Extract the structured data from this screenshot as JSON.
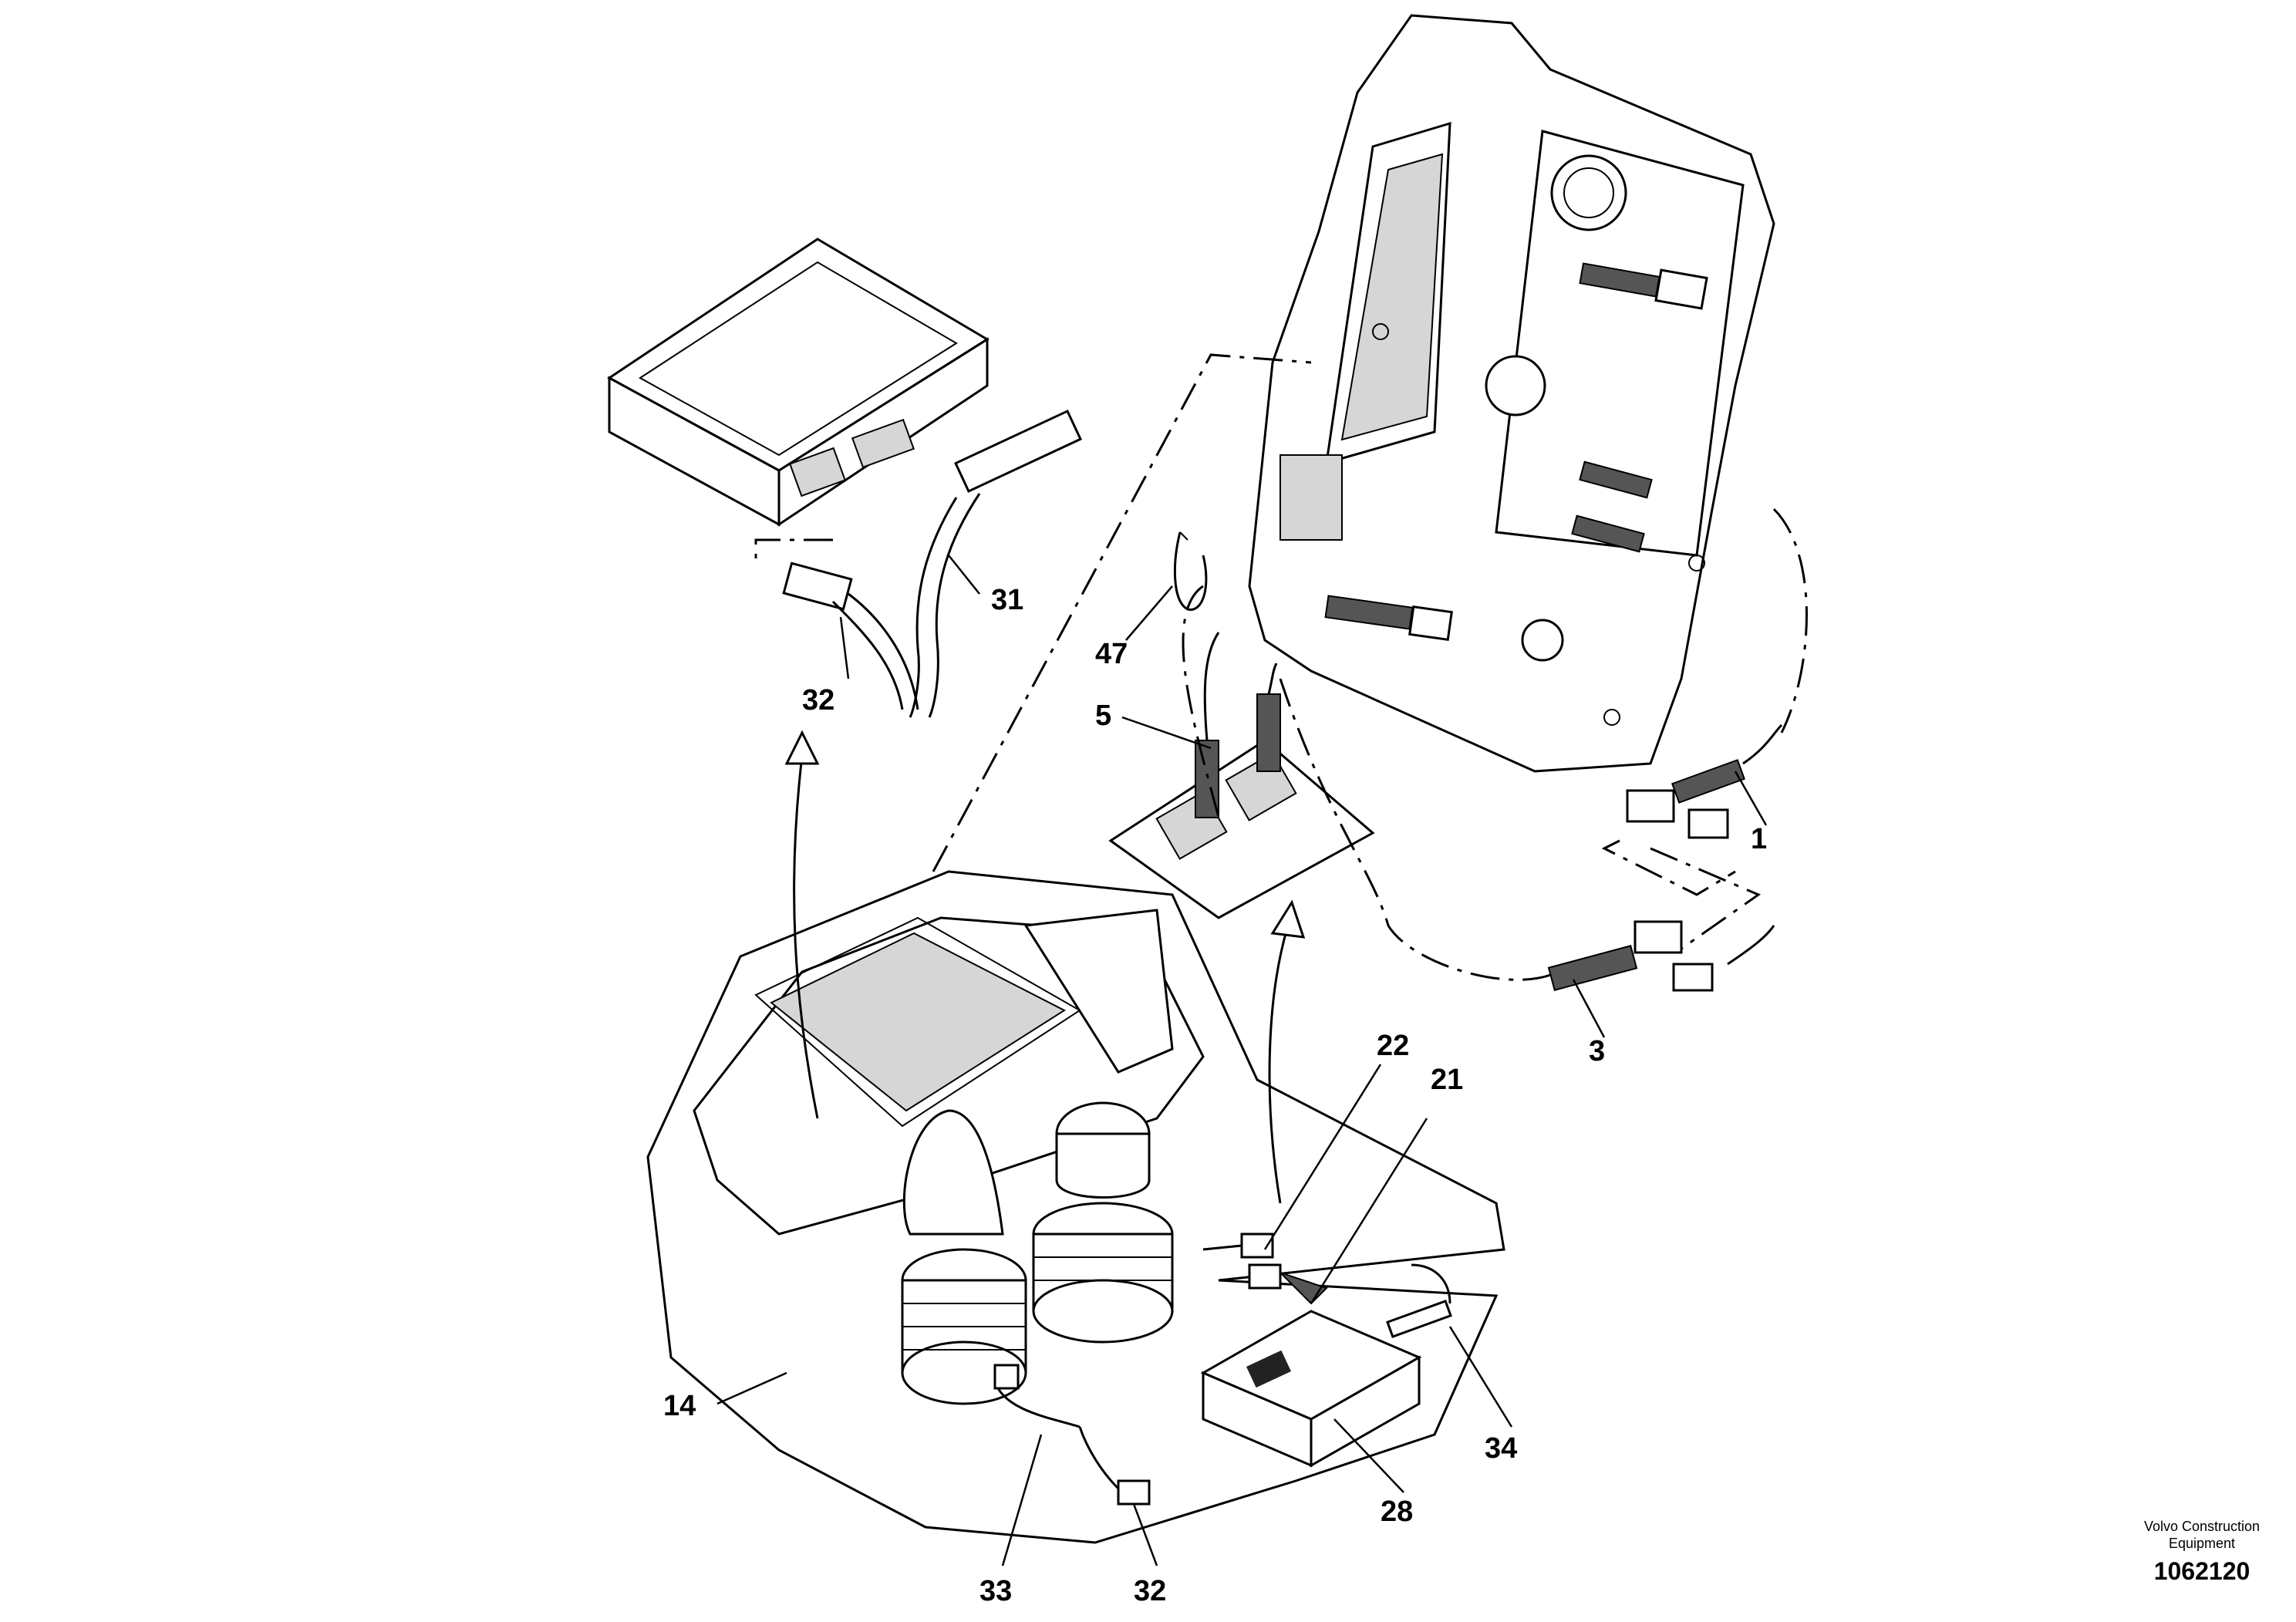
{
  "callouts": {
    "c1": "1",
    "c3": "3",
    "c5": "5",
    "c14": "14",
    "c21": "21",
    "c22": "22",
    "c28": "28",
    "c31": "31",
    "c32_top": "32",
    "c32_bottom": "32",
    "c33": "33",
    "c34": "34",
    "c47": "47"
  },
  "footer": {
    "credit_line1": "Volvo Construction",
    "credit_line2": "Equipment",
    "doc_number": "1062120"
  }
}
